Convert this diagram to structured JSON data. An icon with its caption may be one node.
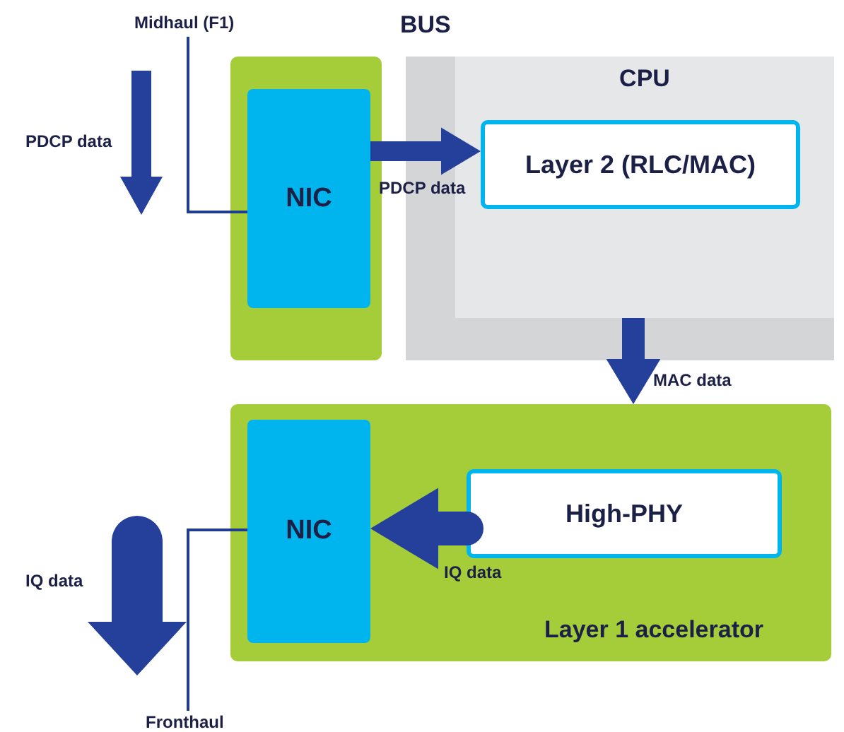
{
  "diagram": {
    "nodes": [
      {
        "text": [
          "BUS"
        ]
      },
      {
        "text": [
          "CPU"
        ],
        "in": 0
      },
      {
        "text": [
          "Layer 2 (RLC/MAC)"
        ],
        "in": 1
      },
      {
        "text": [],
        "shape": "box"
      },
      {
        "text": [
          "NIC"
        ],
        "in": 3
      },
      {
        "text": [
          "Layer 1 accelerator"
        ]
      },
      {
        "text": [
          "NIC"
        ],
        "in": 5
      },
      {
        "text": [
          "High-PHY"
        ],
        "in": 5
      },
      {
        "text": [
          "Midhaul (F1)"
        ]
      },
      {
        "text": [
          "Fronthaul"
        ]
      }
    ],
    "edges": [
      {
        "from": 8,
        "to": 4,
        "arrow": "none"
      },
      {
        "from": 4,
        "to": 2,
        "arrow": "to",
        "label": "PDCP data"
      },
      {
        "from": 1,
        "to": 5,
        "arrow": "to",
        "label": "MAC data"
      },
      {
        "from": 7,
        "to": 6,
        "arrow": "to",
        "label": "IQ data"
      },
      {
        "from": 6,
        "to": 9,
        "arrow": "none"
      }
    ],
    "labels": [
      "PDCP data",
      "IQ data"
    ]
  }
}
